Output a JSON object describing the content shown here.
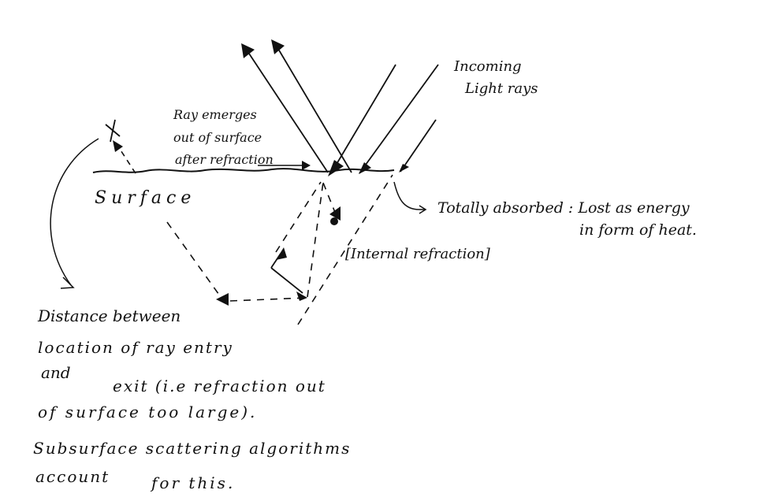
{
  "labels": {
    "incoming_line1": "Incoming",
    "incoming_line2": "Light rays",
    "emerges_line1": "Ray emerges",
    "emerges_line2": "out of surface",
    "emerges_line3": "after refraction",
    "surface": "Surface",
    "absorbed_line1": "Totally absorbed : Lost as energy",
    "absorbed_line2": "in form of heat.",
    "internal": "[Internal refraction]",
    "note_line1": "Distance between",
    "note_line2": "location of ray entry",
    "note_line3a": "and",
    "note_line3b": "exit (i.e refraction out",
    "note_line4": "of surface too large).",
    "note_line5": "Subsurface scattering algorithms",
    "note_line6a": "account",
    "note_line6b": "for this."
  },
  "colors": {
    "ink": "#111111",
    "background": "#ffffff"
  }
}
